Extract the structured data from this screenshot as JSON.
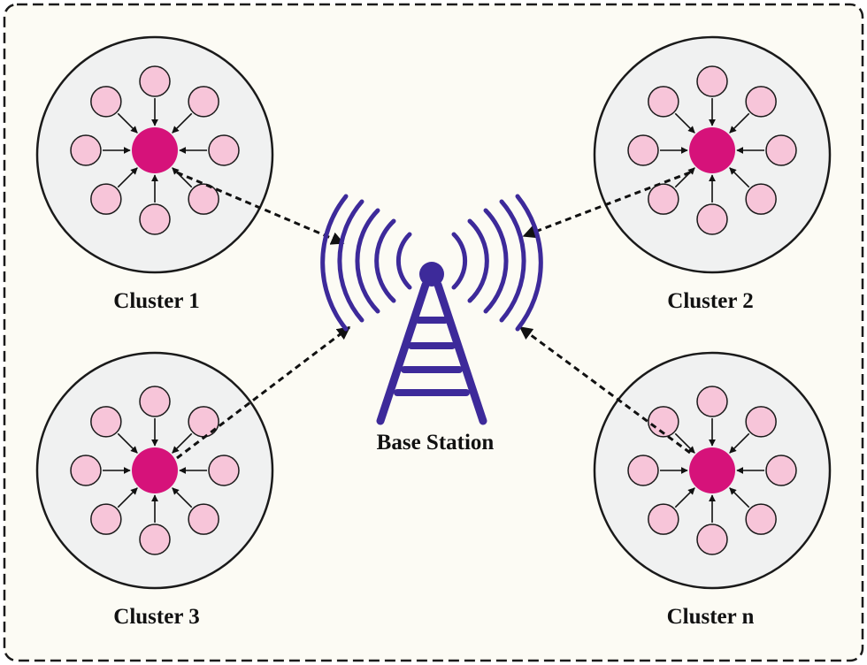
{
  "colors": {
    "background": "#fcfbf4",
    "frame_border": "#1a1a1a",
    "cluster_fill": "#f0f1f1",
    "head_node": "#d6127a",
    "member_node": "#f7c5d9",
    "tower": "#3d2a9a",
    "arrow": "#111111"
  },
  "icons": {
    "tower": "base-station-tower-icon"
  },
  "clusters": [
    {
      "label": "Cluster 1"
    },
    {
      "label": "Cluster 2"
    },
    {
      "label": "Cluster 3"
    },
    {
      "label": "Cluster n"
    }
  ],
  "base_station": {
    "label": "Base Station"
  },
  "links": [
    {
      "from": "Cluster 1",
      "to": "Base Station"
    },
    {
      "from": "Cluster 2",
      "to": "Base Station"
    },
    {
      "from": "Cluster 3",
      "to": "Base Station"
    },
    {
      "from": "Cluster n",
      "to": "Base Station"
    }
  ]
}
